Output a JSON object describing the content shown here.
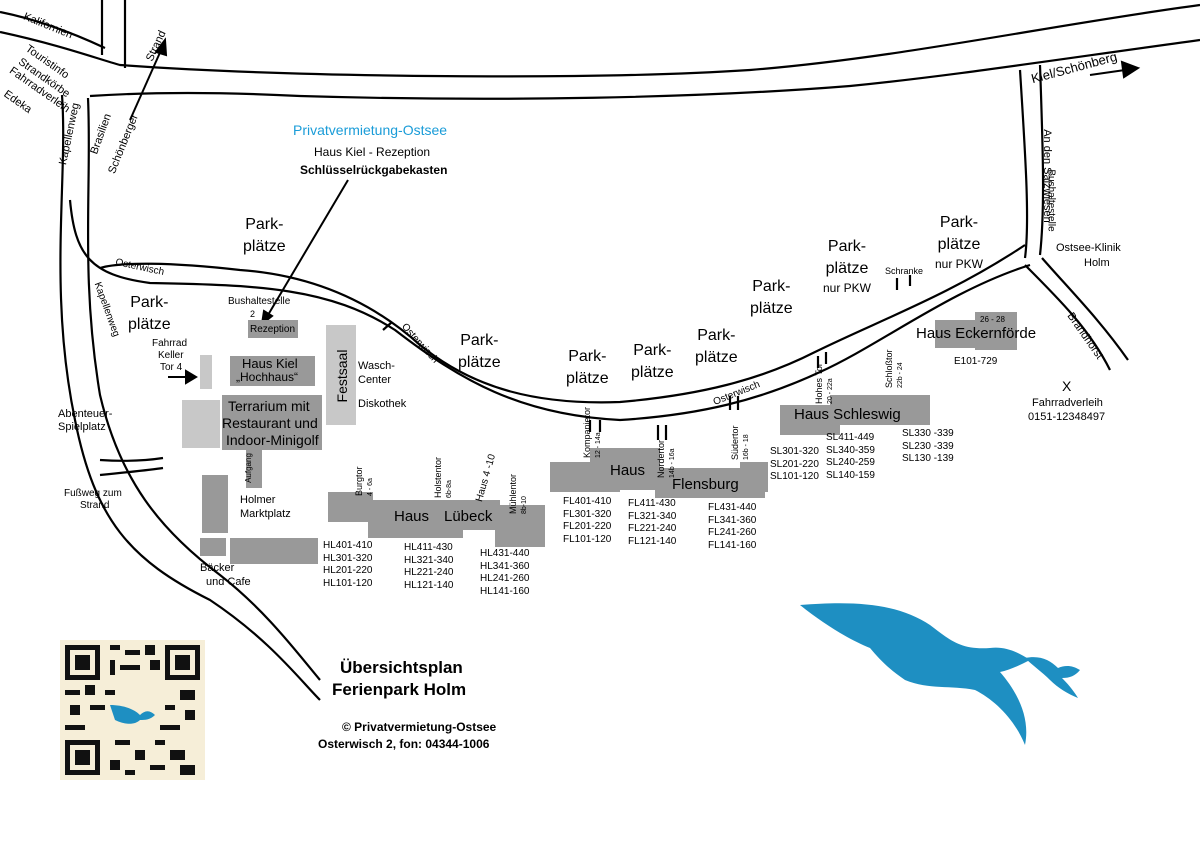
{
  "colors": {
    "road": "#000000",
    "building": "#999999",
    "building_light": "#c8c8c8",
    "brand": "#1a9cd8",
    "gull": "#1e8fc2",
    "qr_bg": "#f6eed8"
  },
  "top_left": {
    "kalifornien": "Kalifornien",
    "strand": "Strand",
    "touristinfo": "Touristinfo",
    "strandkoerbe": "Strandkörbe",
    "fahrradverleih": "Fahrradverleih",
    "edeka": "Edeka",
    "kapellenweg": "Kapellenweg",
    "brasilien": "Brasilien",
    "schoenberger": "Schönberger"
  },
  "roads": {
    "kiel_schoenberg": "Kiel/Schönberg",
    "an_den_salzwiesen": "An den Salzwiesen",
    "bushaltestelle": "Bushaltestelle",
    "brandhorst": "Brandhorst",
    "osterwisch": "Osterwisch",
    "kapellenweg": "Kapellenweg",
    "bushaltestelle_2": "Bushaltestelle",
    "bushaltestelle_2_num": "2",
    "schranke": "Schranke"
  },
  "brand": {
    "name": "Privatvermietung-Ostsee",
    "reception": "Haus Kiel - Rezeption",
    "keybox": "Schlüsselrückgabekasten"
  },
  "parking": {
    "p1_a": "Park-",
    "p1_b": "plätze",
    "p2_a": "Park-",
    "p2_b": "plätze",
    "p3_a": "Park-",
    "p3_b": "plätze",
    "p4_a": "Park-",
    "p4_b": "plätze",
    "p5_a": "Park-",
    "p5_b": "plätze",
    "p6_a": "Park-",
    "p6_b": "plätze",
    "p7_a": "Park-",
    "p7_b": "plätze",
    "p8_a": "Park-",
    "p8_b": "plätze",
    "p8_c": "nur PKW",
    "p9_a": "Park-",
    "p9_b": "plätze",
    "p9_c": "nur PKW"
  },
  "kiel_area": {
    "rezeption": "Rezeption",
    "haus_kiel": "Haus Kiel",
    "hochhaus": "„Hochhaus“",
    "terrarium1": "Terrarium mit",
    "terrarium2": "Restaurant und",
    "terrarium3": "Indoor-Minigolf",
    "festsaal": "Festsaal",
    "wasch1": "Wasch-",
    "wasch2": "Center",
    "diskothek": "Diskothek",
    "fahrrad1": "Fahrrad",
    "fahrrad2": "Keller",
    "fahrrad3": "Tor 4",
    "aufgang": "Aufgang",
    "holmer1": "Holmer",
    "holmer2": "Marktplatz",
    "baecker1": "Bäcker",
    "baecker2": "und Cafe"
  },
  "left_side": {
    "abenteuer1": "Abenteuer-",
    "abenteuer2": "Spielplatz",
    "fussweg1": "Fußweg zum",
    "fussweg2": "Strand"
  },
  "luebeck": {
    "burgtor": "Burgtor",
    "burgtor_n": "4 - 6a",
    "holstentor": "Holstentor",
    "holstentor_n": "6b-8a",
    "haus": "Haus 4 -10",
    "muehlentor": "Mühlentor",
    "muehlentor_n": "8b-10",
    "name_a": "Haus",
    "name_b": "Lübeck",
    "rooms1": "HL401-410\nHL301-320\nHL201-220\nHL101-120",
    "rooms2": "HL411-430\nHL321-340\nHL221-240\nHL121-140",
    "rooms3": "HL431-440\nHL341-360\nHL241-260\nHL141-160"
  },
  "flensburg": {
    "kompanietor": "Kompanietor",
    "kompanietor_n": "12 - 14a",
    "nordertor": "Nordertor",
    "nordertor_n": "14b - 16a",
    "suedertor": "Südertor",
    "suedertor_n": "16b - 18",
    "name_a": "Haus",
    "name_b": "Flensburg",
    "rooms1": "FL401-410\nFL301-320\nFL201-220\nFL101-120",
    "rooms2": "FL411-430\nFL321-340\nFL221-240\nFL121-140",
    "rooms3": "FL431-440\nFL341-360\nFL241-260\nFL141-160"
  },
  "schleswig": {
    "hohestor": "Hohes Tor",
    "hohestor_n": "20 - 22a",
    "schlosstor": "Schloßtor",
    "schlosstor_n": "22b - 24",
    "name": "Haus Schleswig",
    "rooms1": "SL301-320\nSL201-220\nSL101-120",
    "rooms2": "SL411-449\nSL340-359\nSL240-259\nSL140-159",
    "rooms3": "SL330 -339\nSL230 -339\nSL130 -139"
  },
  "eckernfoerde": {
    "numbers": "26 - 28",
    "name": "Haus Eckernförde",
    "rooms": "E101-729"
  },
  "right_side": {
    "klinik1": "Ostsee-Klinik",
    "klinik2": "Holm",
    "x": "X",
    "fahrradverleih": "Fahrradverleih",
    "phone": "0151-12348497"
  },
  "footer": {
    "title1": "Übersichtsplan",
    "title2": "Ferienpark Holm",
    "copyright": "© Privatvermietung-Ostsee",
    "address": "Osterwisch 2, fon: 04344-1006"
  }
}
